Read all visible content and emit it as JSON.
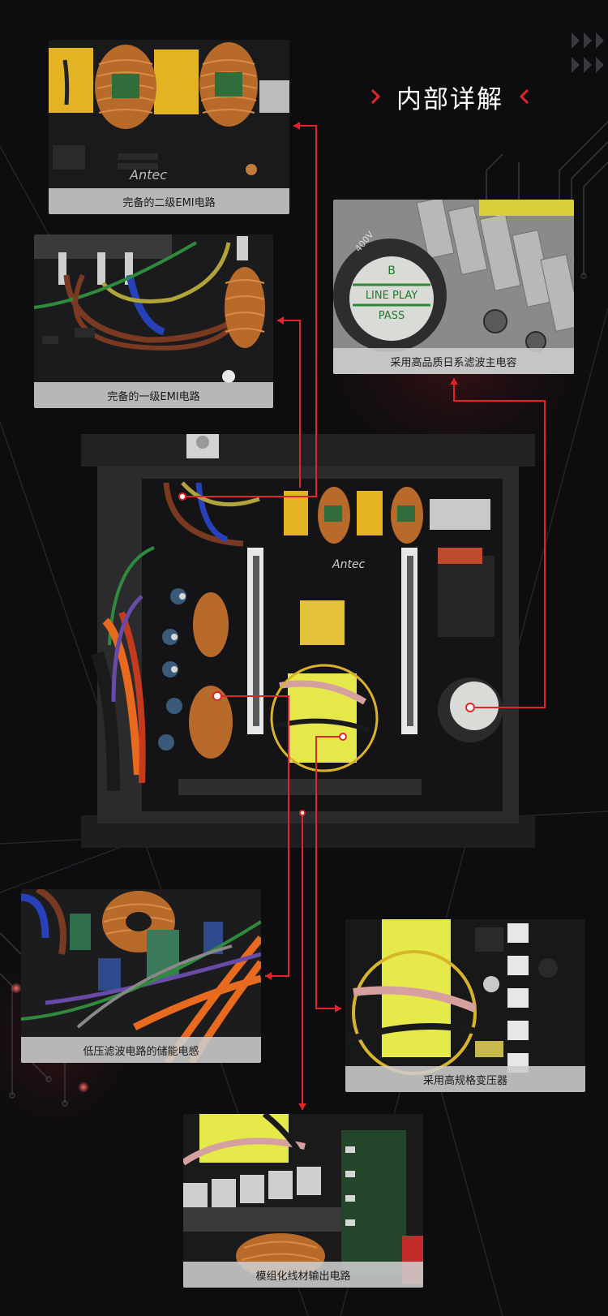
{
  "header": {
    "title": "内部详解"
  },
  "colors": {
    "accent": "#e0262b",
    "background": "#0d0d0f",
    "caption_bg": "#cfcfcf"
  },
  "board": {
    "brand": "Antec",
    "capacitor_labels": [
      "B",
      "LINE PLAY",
      "PASS"
    ],
    "capacitor_rating": "400V"
  },
  "callouts": [
    {
      "id": "emi-second",
      "caption": "完备的二级EMI电路"
    },
    {
      "id": "main-cap",
      "caption": "采用高品质日系滤波主电容"
    },
    {
      "id": "emi-first",
      "caption": "完备的一级EMI电路"
    },
    {
      "id": "inductor",
      "caption": "低压滤波电路的储能电感"
    },
    {
      "id": "transformer",
      "caption": "采用高规格变压器"
    },
    {
      "id": "modular",
      "caption": "模组化线材输出电路"
    }
  ]
}
